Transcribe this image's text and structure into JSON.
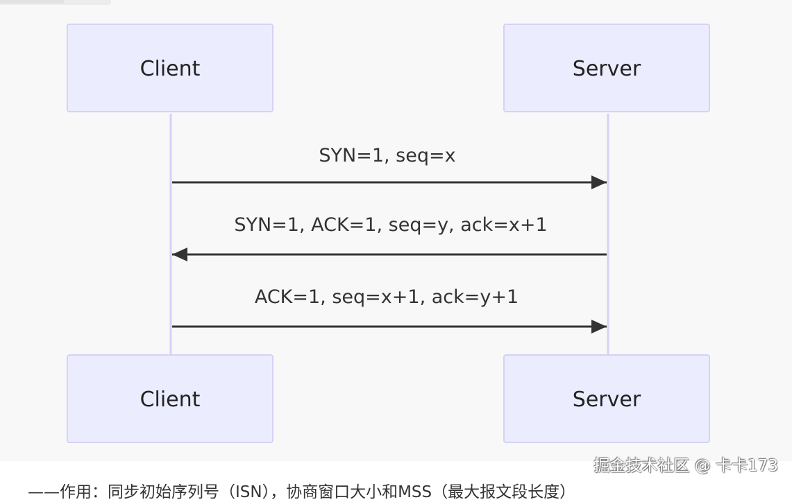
{
  "diagram": {
    "type": "sequence",
    "participants": [
      {
        "id": "client",
        "label": "Client"
      },
      {
        "id": "server",
        "label": "Server"
      }
    ],
    "messages": [
      {
        "from": "client",
        "to": "server",
        "label": "SYN=1, seq=x"
      },
      {
        "from": "server",
        "to": "client",
        "label": "SYN=1, ACK=1, seq=y, ack=x+1"
      },
      {
        "from": "client",
        "to": "server",
        "label": "ACK=1, seq=x+1, ack=y+1"
      }
    ],
    "colors": {
      "actor_fill": "#ececff",
      "actor_border": "#d5d1f7",
      "lifeline": "#d5d1f7",
      "arrow": "#333333",
      "background": "#f8f8f8"
    }
  },
  "watermark": "掘金技术社区 @ 卡卡173",
  "footer_text": "——作用：同步初始序列号（ISN），协商窗口大小和MSS（最大报文段长度）"
}
